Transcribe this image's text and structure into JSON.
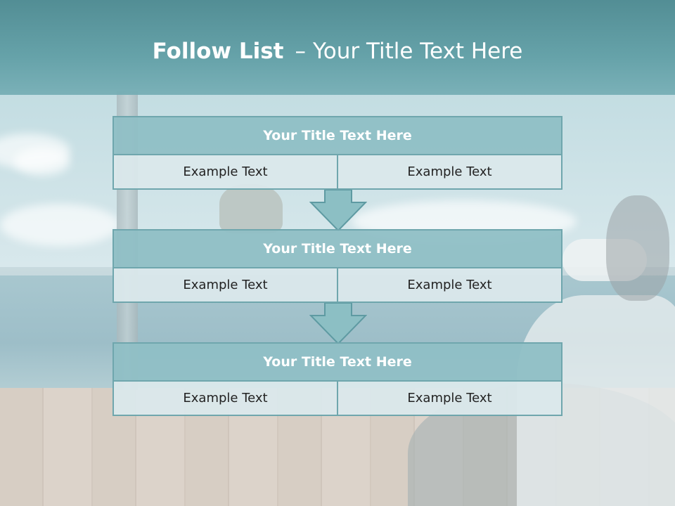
{
  "slide": {
    "title_bold": "Follow List",
    "title_dash": "–",
    "title_rest": "Your Title Text Here"
  },
  "blocks": [
    {
      "title": "Your Title Text Here",
      "left": "Example Text",
      "right": "Example Text"
    },
    {
      "title": "Your Title Text Here",
      "left": "Example Text",
      "right": "Example Text"
    },
    {
      "title": "Your Title Text Here",
      "left": "Example Text",
      "right": "Example Text"
    }
  ],
  "colors": {
    "header": "#5f9ea5",
    "title_box": "#8fbfc5",
    "cell_box": "#dae8eb",
    "border": "#6fa6ad",
    "arrow": "#8cbfc4"
  }
}
